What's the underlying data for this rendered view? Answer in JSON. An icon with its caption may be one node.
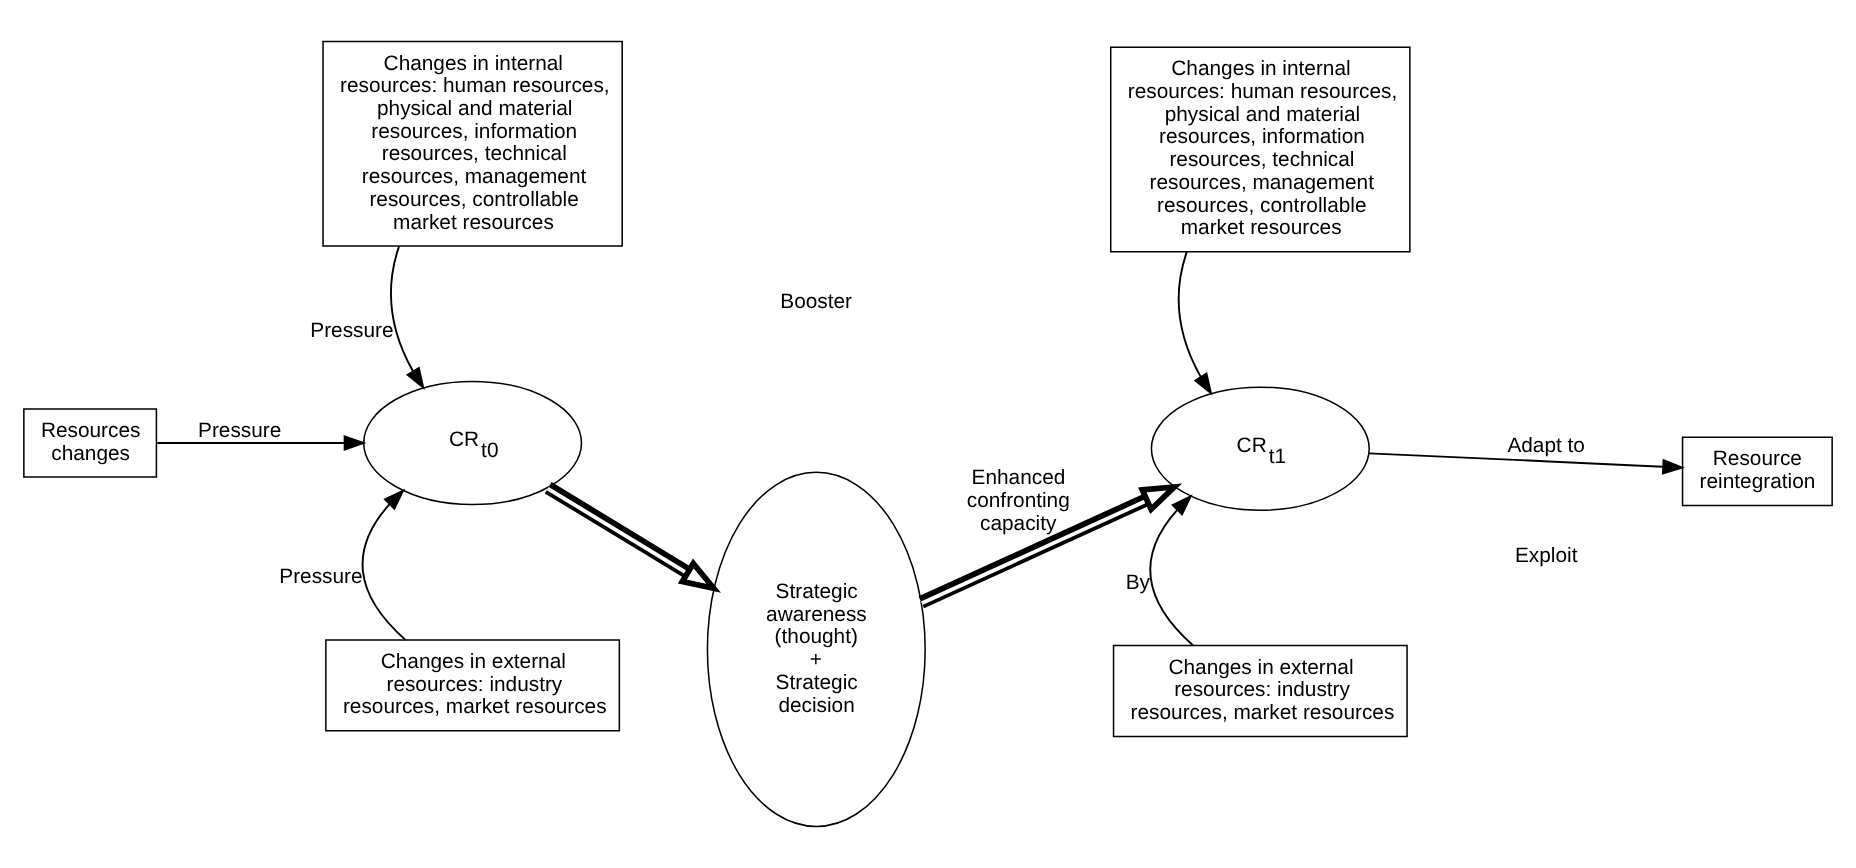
{
  "diagram": {
    "nodes": [
      {
        "text": [
          "Resources changes"
        ]
      },
      {
        "text": [
          "Changes in internal resources: human resources, physical and material resources, information resources, technical resources, management resources, controllable market resources"
        ]
      },
      {
        "text": [
          "CR$_{t0}$"
        ]
      },
      {
        "text": [
          "Changes in external resources: industry resources, market resources"
        ]
      },
      {
        "text": [
          "Strategic awareness (thought)",
          "+",
          "Strategic decision"
        ]
      },
      {
        "text": [
          "CR$_{t1}$"
        ]
      },
      {
        "text": [
          "Changes in internal resources: human resources, physical and material resources, information resources, technical resources, management resources, controllable market resources"
        ]
      },
      {
        "text": [
          "Changes in external resources: industry resources, market resources"
        ]
      },
      {
        "text": [
          "Resource reintegration"
        ]
      }
    ],
    "edges": [
      {
        "from": 0,
        "to": 2,
        "arrow": "to",
        "label": "Pressure"
      },
      {
        "from": 1,
        "to": 2,
        "arrow": "to",
        "label": "Pressure"
      },
      {
        "from": 3,
        "to": 2,
        "arrow": "to",
        "label": "Pressure"
      },
      {
        "from": 2,
        "to": 4,
        "arrow": "to",
        "style": "thick"
      },
      {
        "from": 4,
        "to": 5,
        "arrow": "to",
        "style": "thick",
        "label": "Enhanced confronting capacity"
      },
      {
        "from": 6,
        "to": 5,
        "arrow": "to"
      },
      {
        "from": 7,
        "to": 5,
        "arrow": "to",
        "label": "By"
      },
      {
        "from": 5,
        "to": 8,
        "arrow": "to",
        "label": "Adapt to"
      }
    ],
    "labels": [
      "Booster",
      "Exploit"
    ]
  }
}
